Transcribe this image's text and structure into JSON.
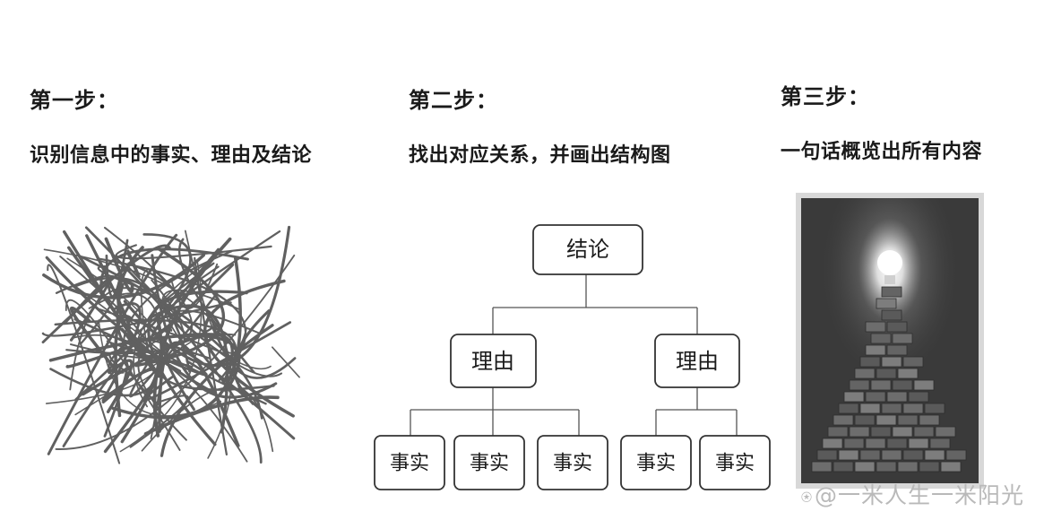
{
  "steps": [
    {
      "title": "第一步：",
      "desc": "识别信息中的事实、理由及结论"
    },
    {
      "title": "第二步：",
      "desc": "找出对应关系，并画出结构图"
    },
    {
      "title": "第三步：",
      "desc": "一句话概览出所有内容"
    }
  ],
  "diagram": {
    "root": "结论",
    "reasons": [
      {
        "label": "理由",
        "facts": [
          "事实",
          "事实",
          "事实"
        ]
      },
      {
        "label": "理由",
        "facts": [
          "事实",
          "事实"
        ]
      }
    ]
  },
  "illustrations": {
    "step1": "scribble-icon",
    "step3": "lightbulb-on-books-icon"
  },
  "watermark": {
    "icon": "⍟",
    "text": "@一米人生一米阳光"
  }
}
